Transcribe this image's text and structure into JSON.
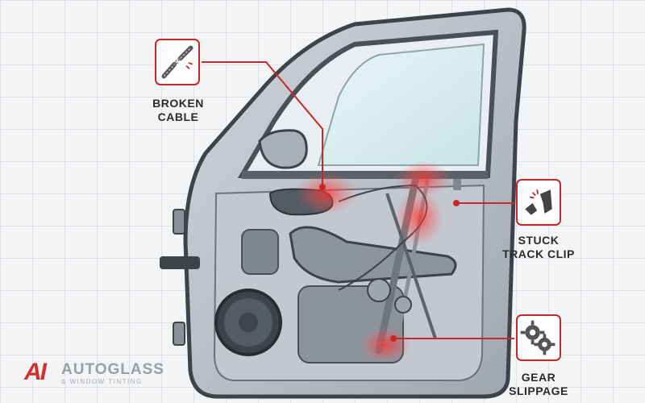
{
  "callouts": [
    {
      "line1": "BROKEN",
      "line2": "CABLE",
      "icon": "broken-cable-icon",
      "color": "#c62828"
    },
    {
      "line1": "STUCK",
      "line2": "TRACK CLIP",
      "icon": "broken-clip-icon",
      "color": "#c62828"
    },
    {
      "line1": "GEAR",
      "line2": "SLIPPAGE",
      "icon": "gears-icon",
      "color": "#c62828"
    }
  ],
  "logo": {
    "mark": "AI",
    "name": "AUTOGLASS",
    "tagline": "& WINDOW TINTING",
    "accent": "#d32f2f"
  },
  "colors": {
    "accent": "#c62828",
    "door_metal": "#b9bfc6",
    "glass": "#d9eef1"
  }
}
